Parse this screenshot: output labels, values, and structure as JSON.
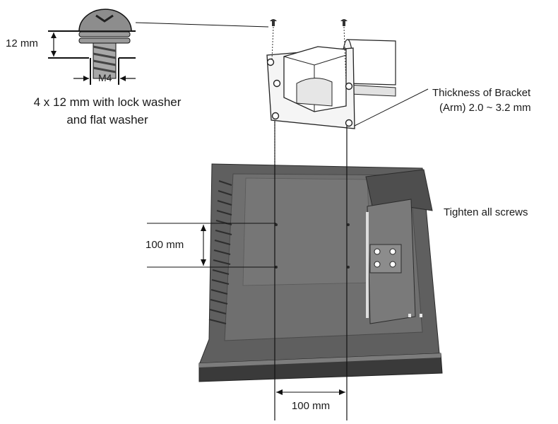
{
  "screw": {
    "length_label": "12 mm",
    "thread_label": "M4",
    "spec_line1": "4 x 12 mm with lock washer",
    "spec_line2": "and flat washer"
  },
  "bracket": {
    "thickness_line1": "Thickness of Bracket",
    "thickness_line2": "(Arm) 2.0 ~ 3.2 mm"
  },
  "monitor": {
    "tighten_label": "Tighten all screws",
    "vertical_spacing_label": "100 mm",
    "horizontal_spacing_label": "100 mm"
  },
  "colors": {
    "monitor_body": "#6b6b6b",
    "monitor_dark": "#3c3c3c",
    "monitor_light": "#8a8a8a",
    "line": "#111111"
  }
}
